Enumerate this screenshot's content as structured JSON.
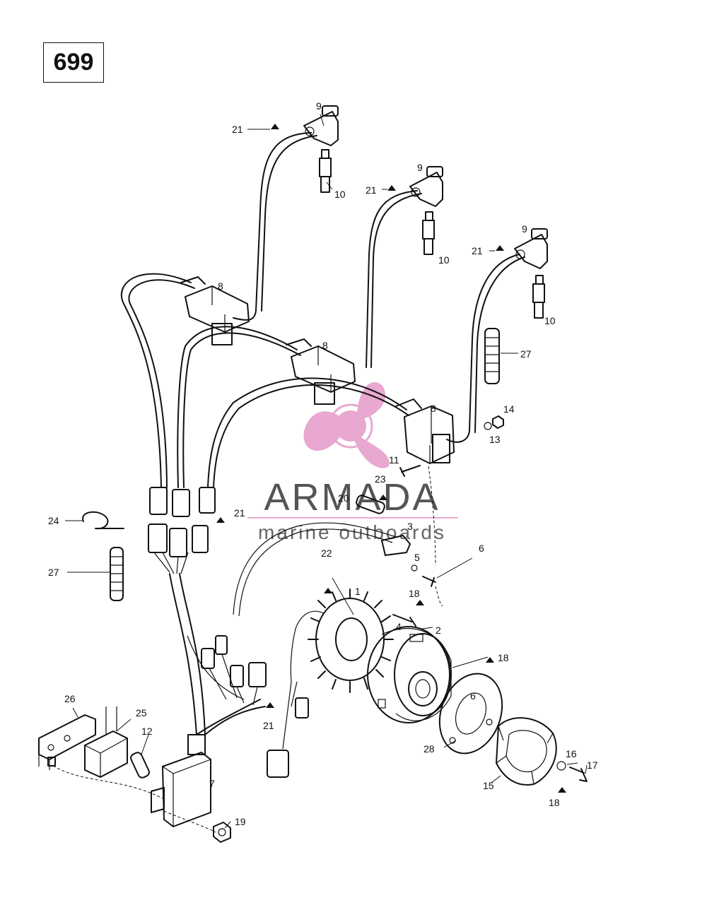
{
  "page_number": "699",
  "watermark": {
    "brand": "ARMADA",
    "tagline": "marine outboards",
    "colors": {
      "propeller": "#e8a8cf",
      "text": "#555555",
      "rule": "#e8a8cf"
    }
  },
  "callouts": {
    "c1": "1",
    "c2": "2",
    "c3": "3",
    "c4": "4",
    "c5": "5",
    "c6a": "6",
    "c6b": "6",
    "c7": "7",
    "c8a": "8",
    "c8b": "8",
    "c8c": "8",
    "c9a": "9",
    "c9b": "9",
    "c9c": "9",
    "c10a": "10",
    "c10b": "10",
    "c10c": "10",
    "c11": "11",
    "c12": "12",
    "c13": "13",
    "c14": "14",
    "c15": "15",
    "c16": "16",
    "c17": "17",
    "c18a": "18",
    "c18b": "18",
    "c18c": "18",
    "c19": "19",
    "c20": "20",
    "c21a": "21",
    "c21b": "21",
    "c21c": "21",
    "c21d": "21",
    "c21e": "21",
    "c22": "22",
    "c23": "23",
    "c24": "24",
    "c25": "25",
    "c26": "26",
    "c27a": "27",
    "c27b": "27",
    "c28": "28"
  }
}
